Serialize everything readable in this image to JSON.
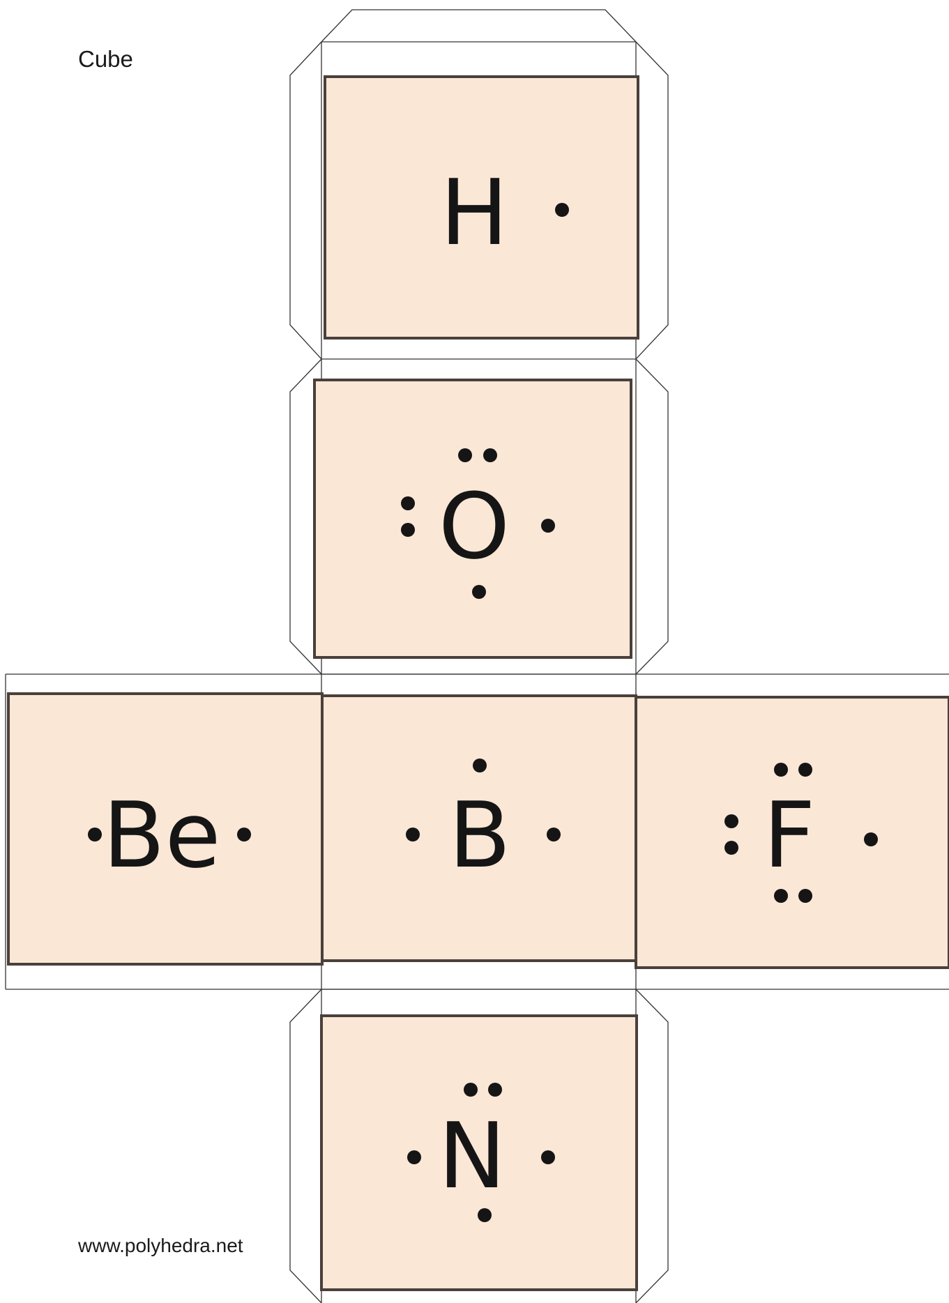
{
  "title": "Cube",
  "footer": "www.polyhedra.net",
  "colors": {
    "face": "#fbe7d6",
    "border": "#4a403b",
    "line": "#333333",
    "dot": "#151515"
  },
  "faces": [
    {
      "id": "top",
      "symbol": "H",
      "valence_dots": 1
    },
    {
      "id": "upper",
      "symbol": "O",
      "valence_dots": 6
    },
    {
      "id": "left",
      "symbol": "Be",
      "valence_dots": 2
    },
    {
      "id": "center",
      "symbol": "B",
      "valence_dots": 3
    },
    {
      "id": "right",
      "symbol": "F",
      "valence_dots": 7
    },
    {
      "id": "bottom",
      "symbol": "N",
      "valence_dots": 5
    }
  ]
}
